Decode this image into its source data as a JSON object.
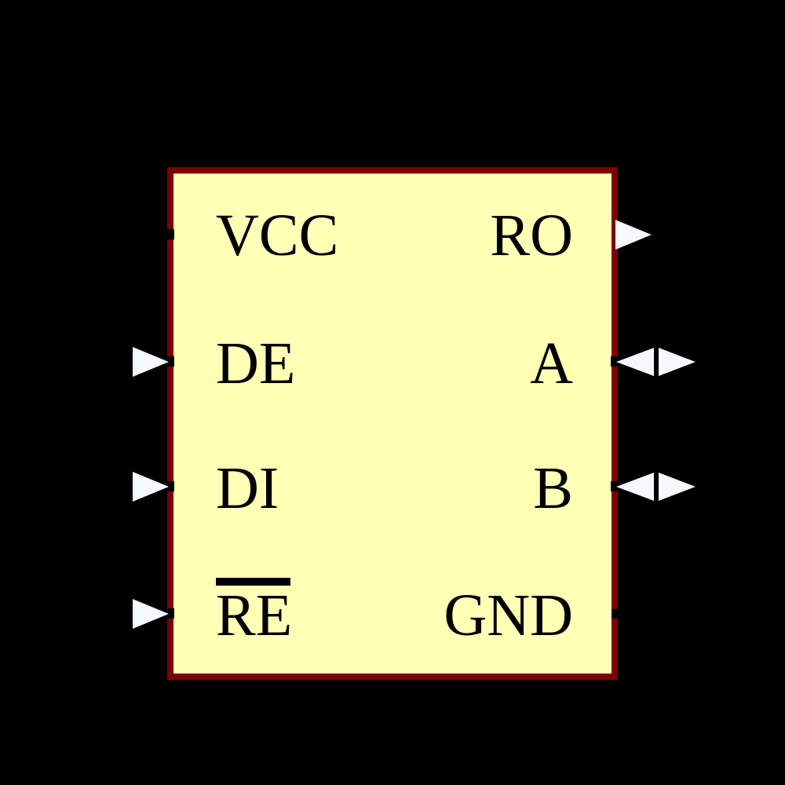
{
  "component": {
    "kind": "rs485-transceiver-schematic-symbol",
    "colors": {
      "canvas_bg": "#000000",
      "body_fill": "#FFFFB5",
      "border_color": "#7F0000",
      "text_color": "#000000",
      "arrow_color": "#F5F8FF",
      "wire_color": "#000000"
    },
    "pins": {
      "left": [
        {
          "label": "VCC",
          "arrow": "none",
          "overline": false
        },
        {
          "label": "DE",
          "arrow": "input",
          "overline": false
        },
        {
          "label": "DI",
          "arrow": "input",
          "overline": false
        },
        {
          "label": "RE",
          "arrow": "input",
          "overline": true
        }
      ],
      "right": [
        {
          "label": "RO",
          "arrow": "output",
          "overline": false
        },
        {
          "label": "A",
          "arrow": "bidirectional",
          "overline": false
        },
        {
          "label": "B",
          "arrow": "bidirectional",
          "overline": false
        },
        {
          "label": "GND",
          "arrow": "none",
          "overline": false
        }
      ]
    }
  }
}
